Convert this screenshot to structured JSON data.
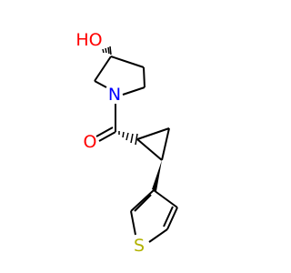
{
  "molecule": {
    "colors": {
      "bond": "#000000",
      "oxygen": "#ff0000",
      "nitrogen": "#0000ff",
      "sulfur": "#b2b200"
    },
    "labels": {
      "hydroxyl": "HO",
      "nitrogen": "N",
      "carbonyl_oxygen": "O",
      "sulfur": "S"
    }
  }
}
